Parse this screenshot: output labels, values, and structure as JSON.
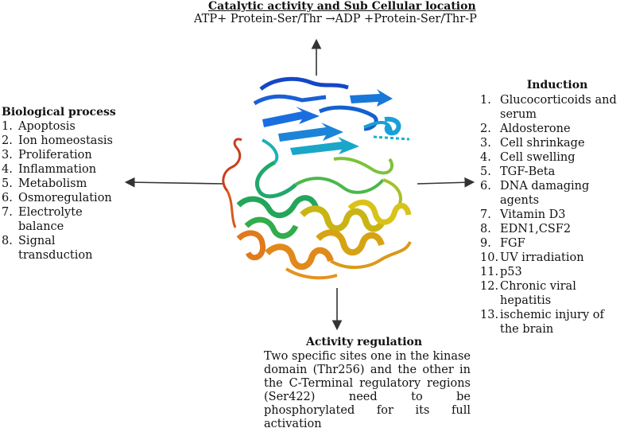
{
  "catalytic": {
    "title": "Catalytic activity and Sub Cellular location",
    "reaction": "ATP+ Protein-Ser/Thr →ADP +Protein-Ser/Thr-P"
  },
  "biological_process": {
    "title": "Biological process",
    "items": [
      {
        "num": "1.",
        "label": "Apoptosis"
      },
      {
        "num": "2.",
        "label": "Ion homeostasis"
      },
      {
        "num": "3.",
        "label": "Proliferation"
      },
      {
        "num": "4.",
        "label": "Inflammation"
      },
      {
        "num": "5.",
        "label": "Metabolism"
      },
      {
        "num": "6.",
        "label": "Osmoregulation"
      },
      {
        "num": "7.",
        "label": "Electrolyte balance"
      },
      {
        "num": "8.",
        "label": "Signal transduction"
      }
    ]
  },
  "induction": {
    "title": "Induction",
    "items": [
      {
        "num": "1.",
        "label": "Glucocorticoids and serum"
      },
      {
        "num": "2.",
        "label": "Aldosterone"
      },
      {
        "num": "3.",
        "label": "Cell shrinkage"
      },
      {
        "num": "4.",
        "label": "Cell swelling"
      },
      {
        "num": "5.",
        "label": "TGF-Beta"
      },
      {
        "num": "6.",
        "label": "DNA damaging agents"
      },
      {
        "num": "7.",
        "label": "Vitamin D3"
      },
      {
        "num": "8.",
        "label": "EDN1,CSF2"
      },
      {
        "num": "9.",
        "label": "FGF"
      },
      {
        "num": "10.",
        "label": "UV irradiation"
      },
      {
        "num": "11.",
        "label": "p53"
      },
      {
        "num": "12.",
        "label": "Chronic viral hepatitis"
      },
      {
        "num": "13.",
        "label": "ischemic injury of the brain"
      }
    ]
  },
  "activity_regulation": {
    "title": "Activity regulation",
    "text": "Two specific sites one in the kinase domain (Thr256) and the other in the C-Terminal regulatory regions (Ser422) need to be phosphorylated for its full activation"
  },
  "colors": {
    "arrow": "#333333",
    "protein_blue": "#1546c8",
    "protein_cyan": "#1aa6c9",
    "protein_green": "#2fb35a",
    "protein_yellow": "#c9b415",
    "protein_orange": "#e07a1c",
    "protein_red": "#c8401a"
  }
}
